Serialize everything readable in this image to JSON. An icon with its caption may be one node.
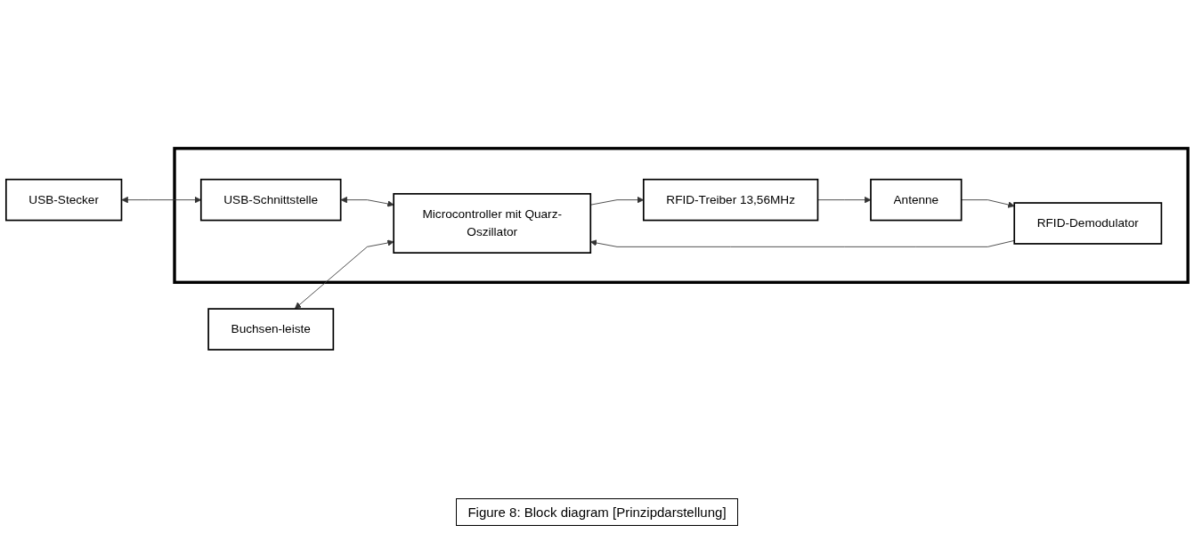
{
  "diagram": {
    "caption": "Figure 8: Block diagram [Prinzipdarstellung]",
    "nodes": [
      {
        "text": [],
        "shape": "box"
      },
      {
        "text": [
          "USB-Stecker"
        ]
      },
      {
        "text": [
          "Buchsen-leiste"
        ]
      },
      {
        "text": [
          "USB-Schnittstelle"
        ],
        "in": 0
      },
      {
        "text": [
          "Microcontroller mit Quarz-Oszillator"
        ],
        "in": 0
      },
      {
        "text": [
          "RFID-Treiber 13,56MHz"
        ],
        "in": 0
      },
      {
        "text": [
          "RFID-Demodulator"
        ],
        "in": 0
      },
      {
        "text": [
          "Antenne"
        ],
        "in": 0
      }
    ],
    "edges": [
      {
        "from": 1,
        "to": 3,
        "arrow": "both"
      },
      {
        "from": 3,
        "to": 4,
        "arrow": "both"
      },
      {
        "from": 2,
        "to": 4,
        "arrow": "both"
      },
      {
        "from": 4,
        "to": 5,
        "arrow": "to"
      },
      {
        "from": 5,
        "to": 7,
        "arrow": "to"
      },
      {
        "from": 7,
        "to": 6,
        "arrow": "to"
      },
      {
        "from": 6,
        "to": 4,
        "arrow": "to"
      }
    ]
  }
}
